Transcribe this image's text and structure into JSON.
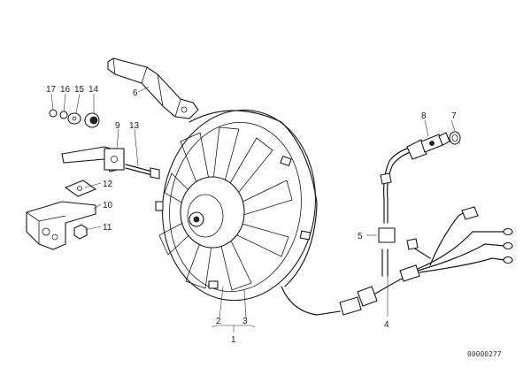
{
  "callouts": {
    "c1": "1",
    "c2": "2",
    "c3": "3",
    "c4": "4",
    "c5": "5",
    "c6": "6",
    "c7": "7",
    "c8": "8",
    "c9": "9",
    "c10": "10",
    "c11": "11",
    "c12": "12",
    "c13": "13",
    "c14": "14",
    "c15": "15",
    "c16": "16",
    "c17": "17"
  },
  "reference": "00000277"
}
